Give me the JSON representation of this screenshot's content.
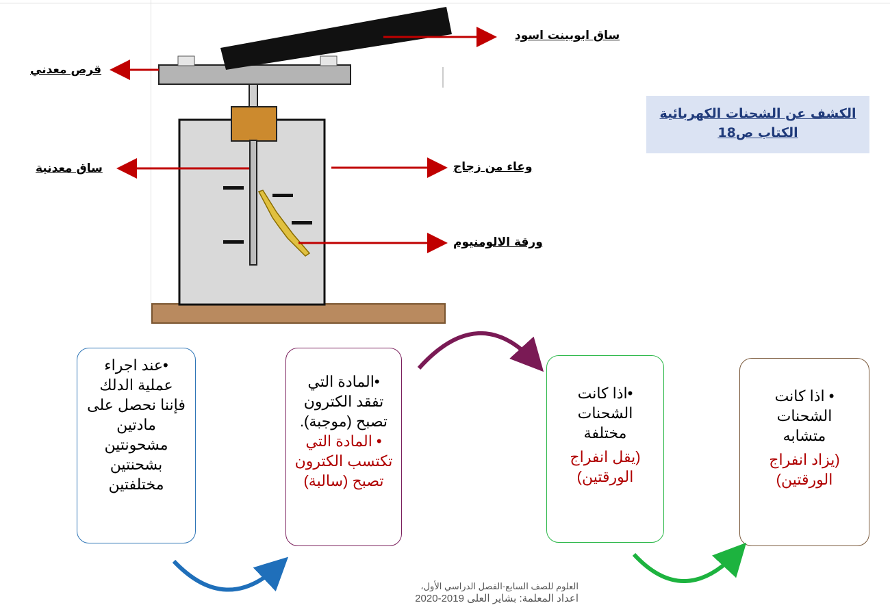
{
  "diagram": {
    "labels": {
      "black_rod": "ساق ابوبينت اسود",
      "metal_disk": "قرص معدني",
      "metal_rod": "ساق معدنية",
      "glass_container": "وعاء من زجاج",
      "aluminum_foil": "ورقة الالومنيوم"
    },
    "colors": {
      "arrow": "#c00000",
      "rod": "#111111",
      "disk": "#b4b4b4",
      "jar": "#d9d9d9",
      "cork": "#cc8a2e",
      "base": "#b98a5f",
      "foil": "#e0c040"
    }
  },
  "title_box": {
    "line1": "الكشف عن الشحنات الكهربائية",
    "line2": "الكتاب ص18"
  },
  "cards": [
    {
      "text": "•عند اجراء عملية الدلك فإننا نحصل على مادتين مشحونتين بشحنتين مختلفتين",
      "border": "#2e75b6"
    },
    {
      "line1": "•المادة التي تفقد الكترون تصبح (موجبة).",
      "line2": "• المادة التي تكتسب الكترون تصبح (سالبة)",
      "border": "#7a1f5c"
    },
    {
      "line1": "•اذا كانت الشحنات مختلفة",
      "line2": "(يقل انفراج الورقتين)",
      "border": "#2db84a"
    },
    {
      "line1": "• اذا كانت الشحنات متشابه",
      "line2": "(يزاد انفراج الورقتين)",
      "border": "#7b5a3c"
    }
  ],
  "connectors": {
    "blue": "#1f6fba",
    "purple": "#7a1a55",
    "green": "#1db33f"
  },
  "footer": {
    "line1": "العلوم للصف السابع-الفصل الدراسي الأول،",
    "line2": "اعداد المعلمة: بشاير العلى  2019-2020"
  }
}
